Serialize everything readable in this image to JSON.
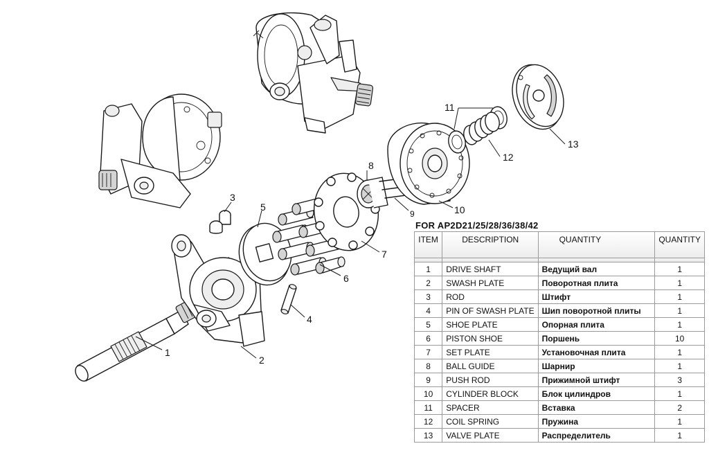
{
  "callouts": [
    "1",
    "2",
    "3",
    "4",
    "5",
    "6",
    "7",
    "8",
    "9",
    "10",
    "11",
    "12",
    "13"
  ],
  "table": {
    "title": "FOR AP2D21/25/28/36/38/42",
    "headers": {
      "item": "ITEM",
      "description": "DESCRIPTION",
      "quantity_ru": "QUANTITY",
      "quantity": "QUANTITY"
    },
    "rows": [
      {
        "item": "1",
        "description": "DRIVE SHAFT",
        "name_ru": "Ведущий вал",
        "qty": "1"
      },
      {
        "item": "2",
        "description": "SWASH   PLATE",
        "name_ru": "Поворотная плита",
        "qty": "1"
      },
      {
        "item": "3",
        "description": "ROD",
        "name_ru": "Штифт",
        "qty": "1"
      },
      {
        "item": "4",
        "description": "PIN OF SWASH PLATE",
        "name_ru": "Шип поворотной плиты",
        "qty": "1"
      },
      {
        "item": "5",
        "description": "SHOE PLATE",
        "name_ru": "Опорная плита",
        "qty": "1"
      },
      {
        "item": "6",
        "description": "PISTON SHOE",
        "name_ru": "Поршень",
        "qty": "10"
      },
      {
        "item": "7",
        "description": "SET PLATE",
        "name_ru": "Установочная плита",
        "qty": "1"
      },
      {
        "item": "8",
        "description": "BALL GUIDE",
        "name_ru": "Шарнир",
        "qty": "1"
      },
      {
        "item": "9",
        "description": "PUSH ROD",
        "name_ru": "Прижимной штифт",
        "qty": "3"
      },
      {
        "item": "10",
        "description": "CYLINDER BLOCK",
        "name_ru": "Блок цилиндров",
        "qty": "1"
      },
      {
        "item": "11",
        "description": "SPACER",
        "name_ru": "Вставка",
        "qty": "2"
      },
      {
        "item": "12",
        "description": "COIL SPRING",
        "name_ru": "Пружина",
        "qty": "1"
      },
      {
        "item": "13",
        "description": "VALVE PLATE",
        "name_ru": "Распределитель",
        "qty": "1"
      }
    ]
  }
}
